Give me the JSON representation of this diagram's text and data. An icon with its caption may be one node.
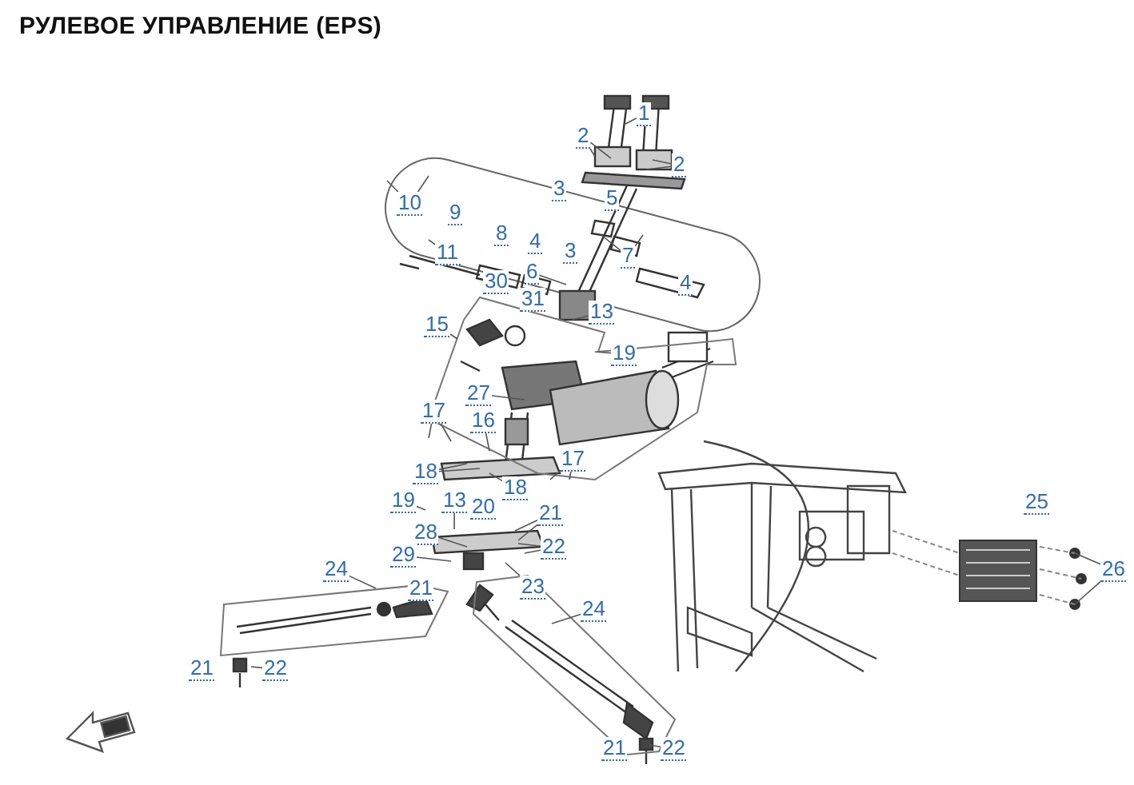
{
  "diagram": {
    "title": "РУЛЕВОЕ УПРАВЛЕНИЕ (EPS)",
    "nodes": [
      {
        "text": [
          "1"
        ]
      },
      {
        "text": [
          "2"
        ]
      },
      {
        "text": [
          "2"
        ]
      },
      {
        "text": [
          "3"
        ]
      },
      {
        "text": [
          "5"
        ]
      },
      {
        "text": [
          "10"
        ]
      },
      {
        "text": [
          "9"
        ]
      },
      {
        "text": [
          "8"
        ]
      },
      {
        "text": [
          "4"
        ]
      },
      {
        "text": [
          "3"
        ]
      },
      {
        "text": [
          "11"
        ]
      },
      {
        "text": [
          "6"
        ]
      },
      {
        "text": [
          "7"
        ]
      },
      {
        "text": [
          "4"
        ]
      },
      {
        "text": [
          "30"
        ]
      },
      {
        "text": [
          "31"
        ]
      },
      {
        "text": [
          "13"
        ]
      },
      {
        "text": [
          "15"
        ]
      },
      {
        "text": [
          "19"
        ]
      },
      {
        "text": [
          "27"
        ]
      },
      {
        "text": [
          "17"
        ]
      },
      {
        "text": [
          "16"
        ]
      },
      {
        "text": [
          "17"
        ]
      },
      {
        "text": [
          "18"
        ]
      },
      {
        "text": [
          "13"
        ]
      },
      {
        "text": [
          "19"
        ]
      },
      {
        "text": [
          "18"
        ]
      },
      {
        "text": [
          "20"
        ]
      },
      {
        "text": [
          "21"
        ]
      },
      {
        "text": [
          "28"
        ]
      },
      {
        "text": [
          "22"
        ]
      },
      {
        "text": [
          "29"
        ]
      },
      {
        "text": [
          "23"
        ]
      },
      {
        "text": [
          "24"
        ]
      },
      {
        "text": [
          "21"
        ]
      },
      {
        "text": [
          "24"
        ]
      },
      {
        "text": [
          "25"
        ]
      },
      {
        "text": [
          "26"
        ]
      },
      {
        "text": [
          "21"
        ]
      },
      {
        "text": [
          "22"
        ]
      },
      {
        "text": [
          "21"
        ]
      },
      {
        "text": [
          "22"
        ]
      }
    ],
    "edges": [
      {
        "from": 0,
        "to": null,
        "arrow": "none"
      },
      {
        "from": 1,
        "to": null,
        "arrow": "none"
      },
      {
        "from": 1,
        "to": null,
        "arrow": "none"
      },
      {
        "from": 2,
        "to": null,
        "arrow": "none"
      },
      {
        "from": 2,
        "to": null,
        "arrow": "none"
      },
      {
        "from": 5,
        "to": null,
        "arrow": "none"
      },
      {
        "from": 5,
        "to": null,
        "arrow": "none"
      },
      {
        "from": 10,
        "to": null,
        "arrow": "none"
      },
      {
        "from": 11,
        "to": null,
        "arrow": "none"
      },
      {
        "from": 12,
        "to": null,
        "arrow": "none"
      },
      {
        "from": 12,
        "to": null,
        "arrow": "none"
      },
      {
        "from": 16,
        "to": null,
        "arrow": "none"
      },
      {
        "from": 18,
        "to": null,
        "arrow": "none"
      },
      {
        "from": 17,
        "to": null,
        "arrow": "none"
      },
      {
        "from": 19,
        "to": null,
        "arrow": "none"
      },
      {
        "from": 20,
        "to": null,
        "arrow": "none"
      },
      {
        "from": 20,
        "to": null,
        "arrow": "none"
      },
      {
        "from": 21,
        "to": null,
        "arrow": "none"
      },
      {
        "from": 22,
        "to": null,
        "arrow": "none"
      },
      {
        "from": 22,
        "to": null,
        "arrow": "none"
      },
      {
        "from": 23,
        "to": null,
        "arrow": "none"
      },
      {
        "from": 23,
        "to": null,
        "arrow": "none"
      },
      {
        "from": 24,
        "to": null,
        "arrow": "none"
      },
      {
        "from": 25,
        "to": null,
        "arrow": "none"
      },
      {
        "from": 26,
        "to": null,
        "arrow": "none"
      },
      {
        "from": 28,
        "to": null,
        "arrow": "none"
      },
      {
        "from": 28,
        "to": null,
        "arrow": "none"
      },
      {
        "from": 29,
        "to": null,
        "arrow": "none"
      },
      {
        "from": 30,
        "to": null,
        "arrow": "none"
      },
      {
        "from": 30,
        "to": null,
        "arrow": "none"
      },
      {
        "from": 31,
        "to": null,
        "arrow": "none"
      },
      {
        "from": 32,
        "to": null,
        "arrow": "none"
      },
      {
        "from": 33,
        "to": null,
        "arrow": "none"
      },
      {
        "from": 35,
        "to": null,
        "arrow": "none"
      },
      {
        "from": 37,
        "to": null,
        "arrow": "none"
      },
      {
        "from": 37,
        "to": null,
        "arrow": "none"
      },
      {
        "from": 39,
        "to": null,
        "arrow": "none"
      },
      {
        "from": 41,
        "to": null,
        "arrow": "none"
      }
    ]
  }
}
